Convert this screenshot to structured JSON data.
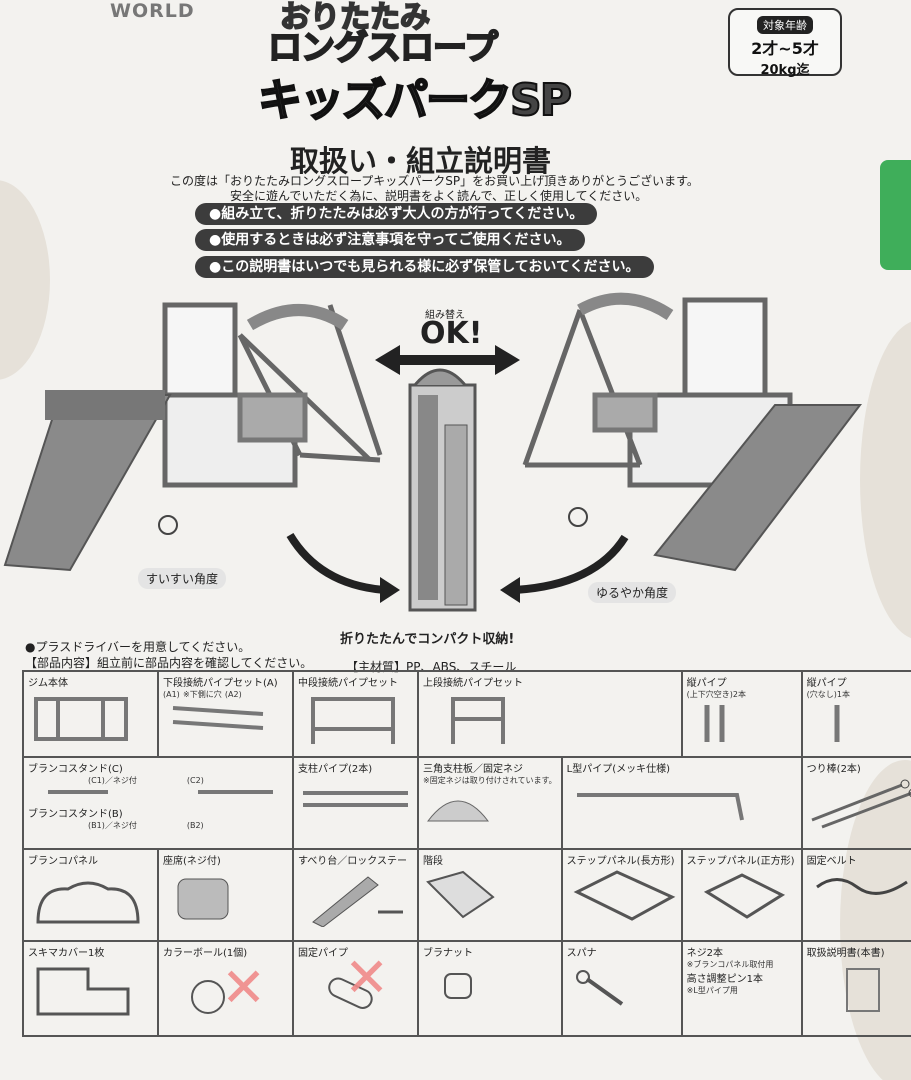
{
  "brand": "WORLD",
  "product": {
    "line1": "おりたたみ",
    "line2": "ロングスロープ",
    "line3": "キッズパークSP"
  },
  "age_box": {
    "title": "対象年齢",
    "range": "2才~5才",
    "weight": "20kg迄"
  },
  "doc_title": "取扱い・組立説明書",
  "intro_lines": [
    "この度は「おりたたみロングスロープキッズパークSP」をお買い上げ頂きありがとうございます。",
    "安全に遊んでいただく為に、説明書をよく読んで、正しく使用してください。"
  ],
  "warnings": [
    "●組み立て、折りたたみは必ず大人の方が行ってください。",
    "●使用するときは必ず注意事項を守ってご使用ください。",
    "●この説明書はいつでも見られる様に必ず保管しておいてください。"
  ],
  "illustration": {
    "swap_small": "組み替え",
    "swap_ok": "OK!",
    "left_angle": "すいすい角度",
    "right_angle": "ゆるやか角度",
    "fold_caption": "折りたたんでコンパクト収納!"
  },
  "prep_note": "●プラスドライバーを用意してください。",
  "parts_note": "【部品内容】組立前に部品内容を確認してください。",
  "material": "【主材質】PP、ABS、スチール",
  "parts": {
    "gym": "ジム本体",
    "lower_pipe": "下段接続パイプセット(A)",
    "lower_a1": "(A1)",
    "lower_a2": "(A2)",
    "lower_note": "※下側に穴",
    "mid_pipe": "中段接続パイプセット",
    "upper_pipe": "上段接続パイプセット",
    "vpipe_holes": "縦パイプ",
    "vpipe_holes_sub": "(上下穴空き)2本",
    "vpipe_plain": "縦パイプ",
    "vpipe_plain_sub": "(穴なし)1本",
    "stand_c": "ブランコスタンド(C)",
    "stand_c1": "(C1)／ネジ付",
    "stand_c2": "(C2)",
    "stand_b": "ブランコスタンド(B)",
    "stand_b1": "(B1)／ネジ付",
    "stand_b2": "(B2)",
    "support_pipe": "支柱パイプ(2本)",
    "triangle": "三角支柱板／固定ネジ",
    "triangle_note": "※固定ネジは取り付けされています。",
    "lpipe": "L型パイプ(メッキ仕様)",
    "hang_bar": "つり棒(2本)",
    "swing_panel": "ブランコパネル",
    "seat": "座席(ネジ付)",
    "slide": "すべり台／ロックステー",
    "steps": "階段",
    "step_rect": "ステップパネル(長方形)",
    "step_square": "ステップパネル(正方形)",
    "belt": "固定ベルト",
    "gap_cover": "スキマカバー1枚",
    "color_ball": "カラーボール(1個)",
    "fix_pipe": "固定パイプ",
    "nut": "ブラナット",
    "spanner": "スパナ",
    "screw": "ネジ2本",
    "screw_note": "※ブランコパネル取付用",
    "pin": "高さ調整ピン1本",
    "pin_note": "※L型パイプ用",
    "manual": "取扱説明書(本書)"
  }
}
